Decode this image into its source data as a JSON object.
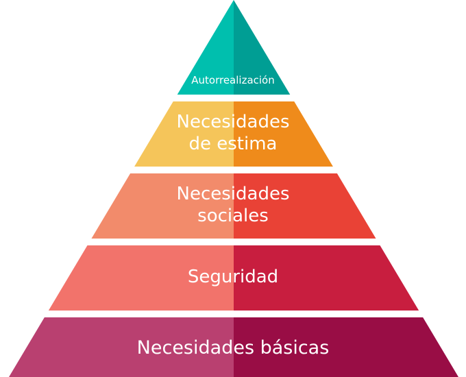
{
  "pyramid": {
    "tiers": [
      {
        "label": "Autorrealización",
        "colors": [
          "#00bfae",
          "#009e94"
        ]
      },
      {
        "label_lines": [
          "Necesidades",
          "de estima"
        ],
        "colors": [
          "#f5c55a",
          "#ef8b1b"
        ]
      },
      {
        "label_lines": [
          "Necesidades",
          "sociales"
        ],
        "colors": [
          "#f28b6b",
          "#e94236"
        ]
      },
      {
        "label": "Seguridad",
        "colors": [
          "#f2736b",
          "#c81e3f"
        ]
      },
      {
        "label": "Necesidades básicas",
        "colors": [
          "#b94070",
          "#990d45"
        ]
      }
    ]
  }
}
